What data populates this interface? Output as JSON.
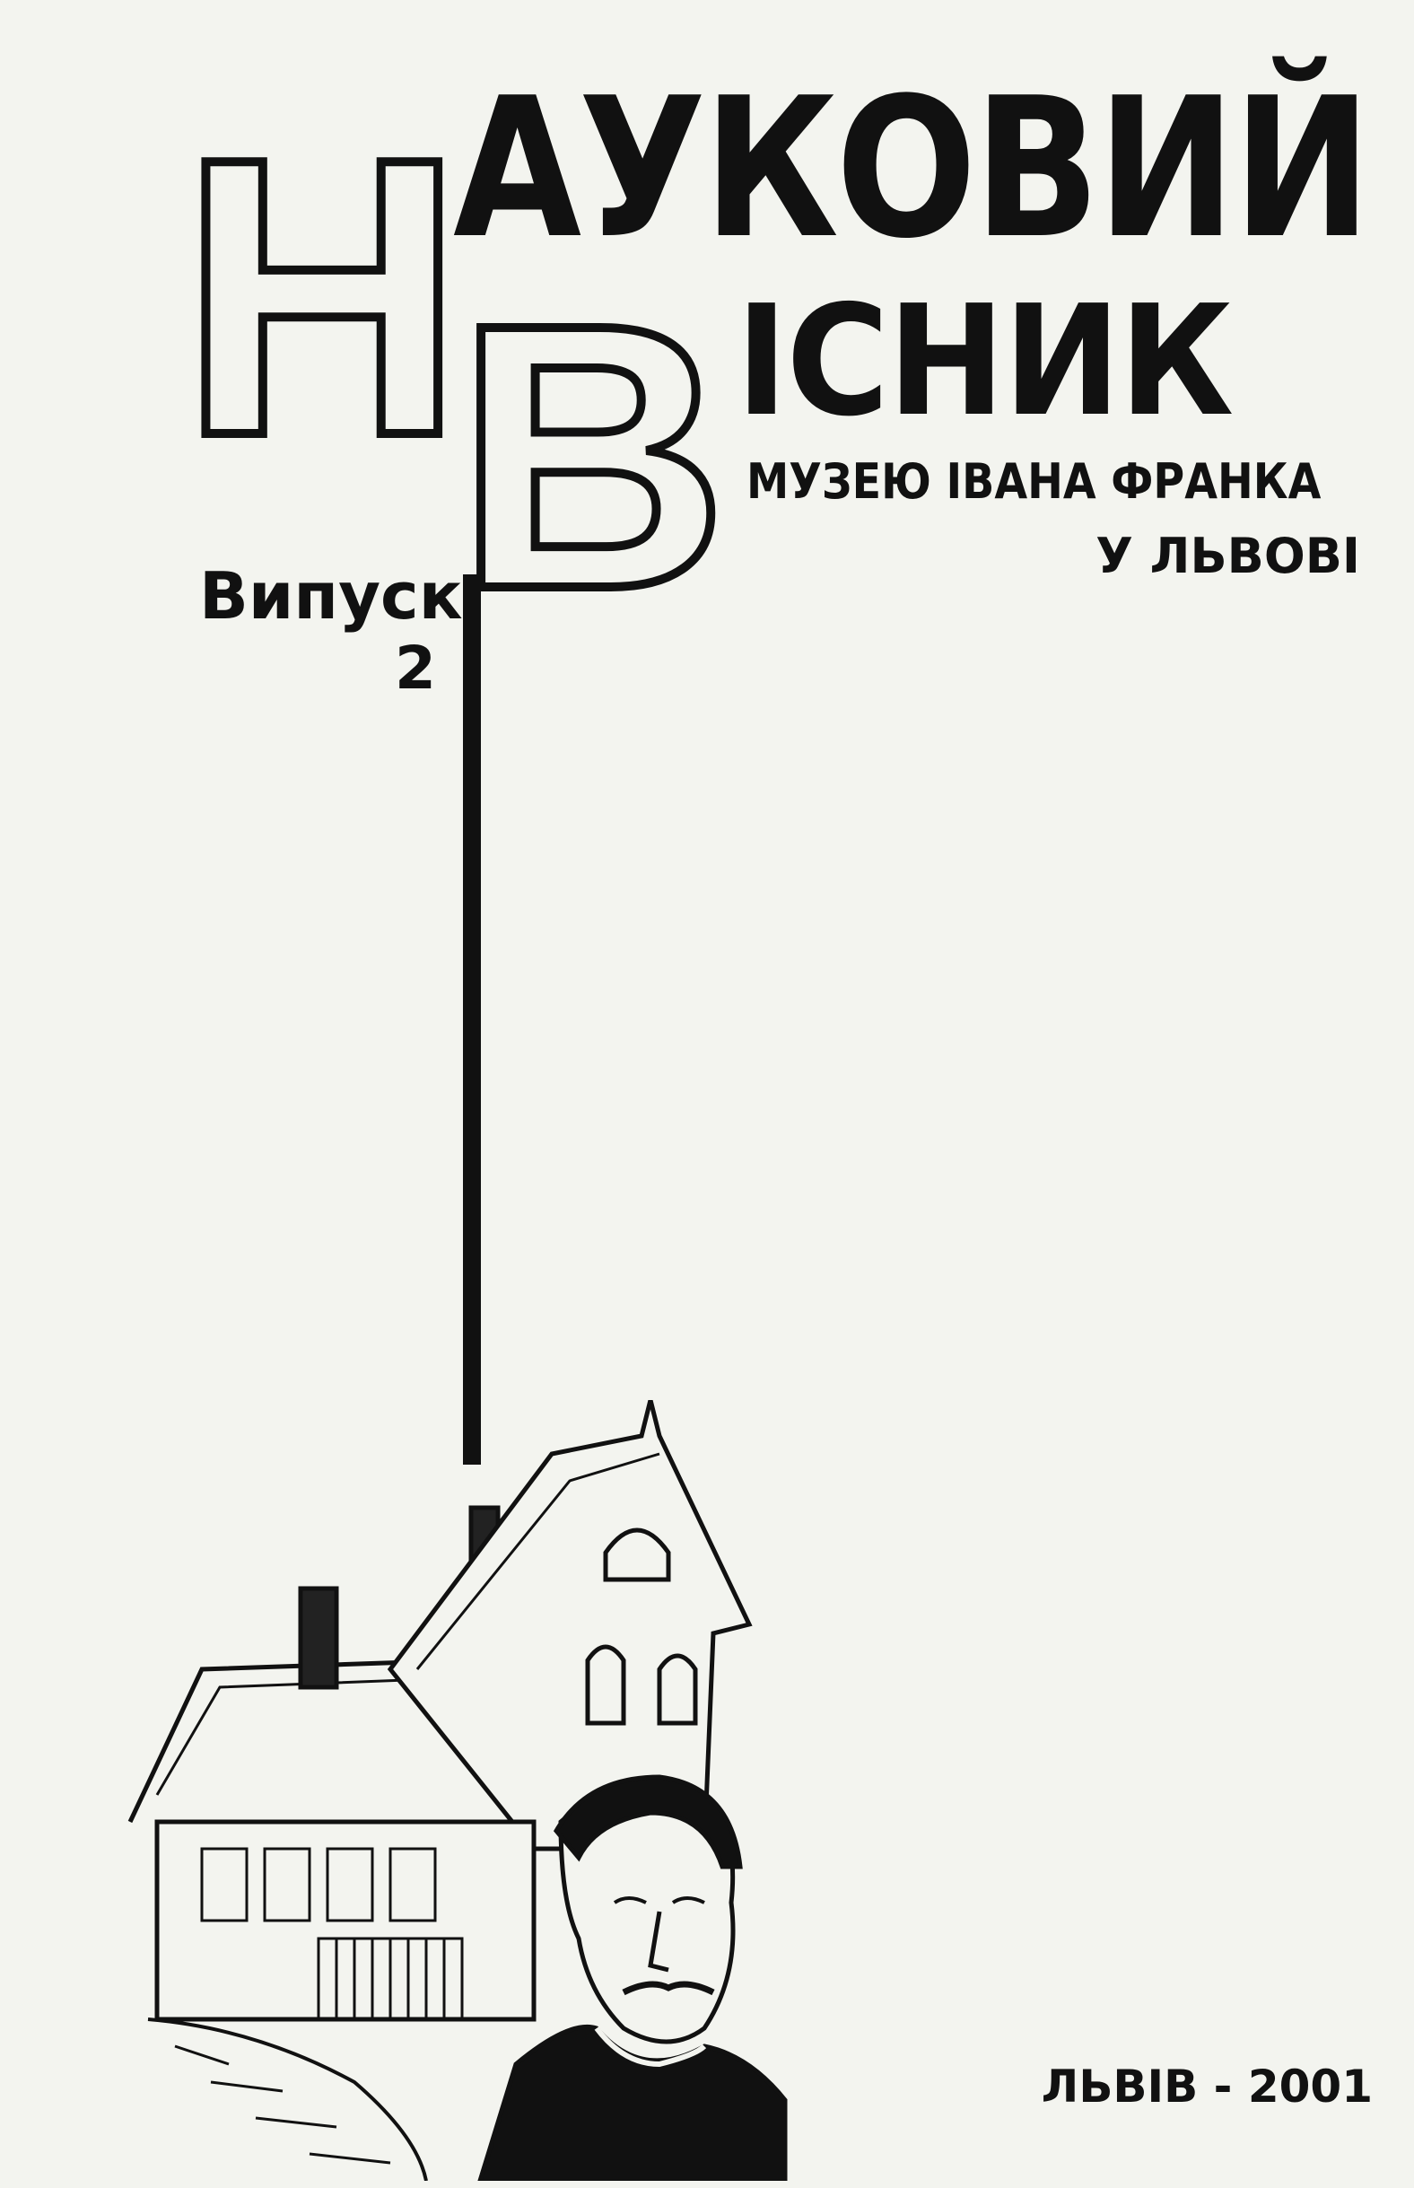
{
  "cover": {
    "title_initial_1": "Н",
    "title_rest_1": "АУКОВИЙ",
    "title_initial_2": "В",
    "title_rest_2": "ІСНИК",
    "subtitle_line_1": "МУЗЕЮ ІВАНА ФРАНКА",
    "subtitle_line_2": "У ЛЬВОВІ",
    "issue_label": "Випуск",
    "issue_number": "2",
    "imprint": "ЛЬВІВ - 2001"
  },
  "colors": {
    "ink": "#111111",
    "paper": "#f3f4ef"
  }
}
